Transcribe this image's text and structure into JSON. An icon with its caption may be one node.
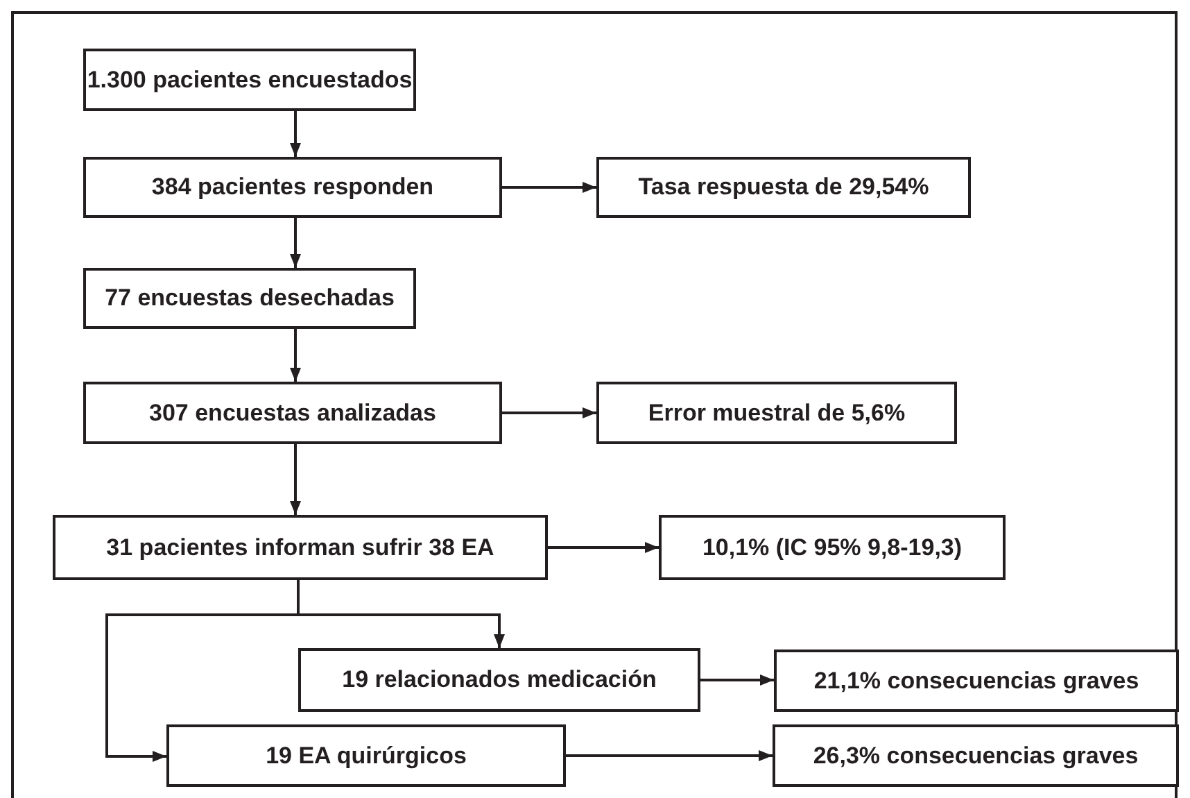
{
  "diagram": {
    "nodes": [
      {
        "text": [
          "1.300 pacientes encuestados"
        ]
      },
      {
        "text": [
          "384 pacientes responden"
        ]
      },
      {
        "text": [
          "Tasa respuesta de 29,54%"
        ]
      },
      {
        "text": [
          "77 encuestas desechadas"
        ]
      },
      {
        "text": [
          "307 encuestas analizadas"
        ]
      },
      {
        "text": [
          "Error muestral de 5,6%"
        ]
      },
      {
        "text": [
          "31 pacientes informan sufrir 38 EA"
        ]
      },
      {
        "text": [
          "10,1% (IC 95% 9,8-19,3)"
        ]
      },
      {
        "text": [
          "19 relacionados medicación"
        ]
      },
      {
        "text": [
          "21,1% consecuencias graves"
        ]
      },
      {
        "text": [
          "19 EA quirúrgicos"
        ]
      },
      {
        "text": [
          "26,3% consecuencias graves"
        ]
      }
    ],
    "edges": [
      {
        "from": 0,
        "to": 1,
        "arrow": "to"
      },
      {
        "from": 1,
        "to": 2,
        "arrow": "to"
      },
      {
        "from": 1,
        "to": 3,
        "arrow": "to"
      },
      {
        "from": 3,
        "to": 4,
        "arrow": "to"
      },
      {
        "from": 4,
        "to": 5,
        "arrow": "to"
      },
      {
        "from": 4,
        "to": 6,
        "arrow": "to"
      },
      {
        "from": 6,
        "to": 7,
        "arrow": "to"
      },
      {
        "from": 6,
        "to": 8,
        "arrow": "to"
      },
      {
        "from": 6,
        "to": 10,
        "arrow": "to"
      },
      {
        "from": 8,
        "to": 9,
        "arrow": "to"
      },
      {
        "from": 10,
        "to": 11,
        "arrow": "to"
      }
    ]
  }
}
